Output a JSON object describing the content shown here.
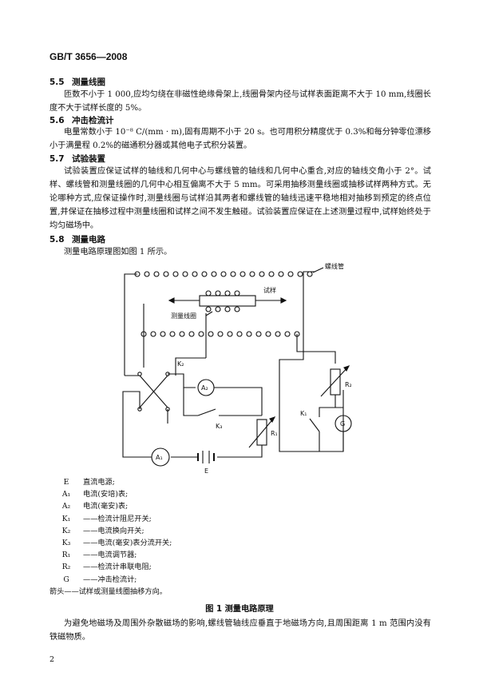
{
  "header": {
    "standard": "GB/T 3656—2008"
  },
  "sections": [
    {
      "num": "5.5",
      "title": "测量线圈",
      "text": "匝数不小于 1 000,应均匀绕在非磁性绝缘骨架上,线圈骨架内径与试样表面距离不大于 10 mm,线圈长度不大于试样长度的 5%。"
    },
    {
      "num": "5.6",
      "title": "冲击检流计",
      "text": "电量常数小于 10⁻⁸ C/(mm · m),固有周期不小于 20 s。也可用积分精度优于 0.3%和每分钟零位漂移小于满量程 0.2%的磁通积分器或其他电子式积分装置。"
    },
    {
      "num": "5.7",
      "title": "试验装置",
      "text": "试验装置应保证试样的轴线和几何中心与螺线管的轴线和几何中心重合,对应的轴线交角小于 2°。试样、螺线管和测量线圈的几何中心相互偏离不大于 5 mm。可采用抽移测量线圈或抽移试样两种方式。无论哪种方式,应保证操作时,测量线圈与试样沿其两者和螺线管的轴线迅速平稳地相对抽移到预定的终点位置,并保证在抽移过程中测量线圈和试样之间不发生触碰。试验装置应保证在上述测量过程中,试样始终处于均匀磁场中。"
    },
    {
      "num": "5.8",
      "title": "测量电路",
      "text": "测量电路原理图如图 1 所示。"
    }
  ],
  "diagram": {
    "labels": {
      "solenoid": "螺线管",
      "sample": "试样",
      "coil": "测量线圈",
      "k2": "K₂",
      "k3": "K₃",
      "k1": "K₁",
      "a1": "A₁",
      "a2": "A₂",
      "r1": "R₁",
      "r2": "R₂",
      "g": "G",
      "e": "E"
    }
  },
  "legend": [
    {
      "sym": "E",
      "desc": "直流电源;"
    },
    {
      "sym": "A₁",
      "desc": "电流(安培)表;"
    },
    {
      "sym": "A₂",
      "desc": "电流(毫安)表;"
    },
    {
      "sym": "K₁",
      "desc": "——检流计阻尼开关;"
    },
    {
      "sym": "K₂",
      "desc": "——电流换向开关;"
    },
    {
      "sym": "K₃",
      "desc": "——电流(毫安)表分流开关;"
    },
    {
      "sym": "R₁",
      "desc": "——电流调节器;"
    },
    {
      "sym": "R₂",
      "desc": "——检流计串联电阻;"
    },
    {
      "sym": "G",
      "desc": "——冲击检流计;"
    },
    {
      "sym": "箭头",
      "desc": "——试样或测量线圈抽移方向。"
    }
  ],
  "caption": "图 1  测量电路原理",
  "closing": "为避免地磁场及周围外杂散磁场的影响,螺线管轴线应垂直于地磁场方向,且周围距离 1 m 范围内没有铁磁物质。",
  "page_number": "2"
}
